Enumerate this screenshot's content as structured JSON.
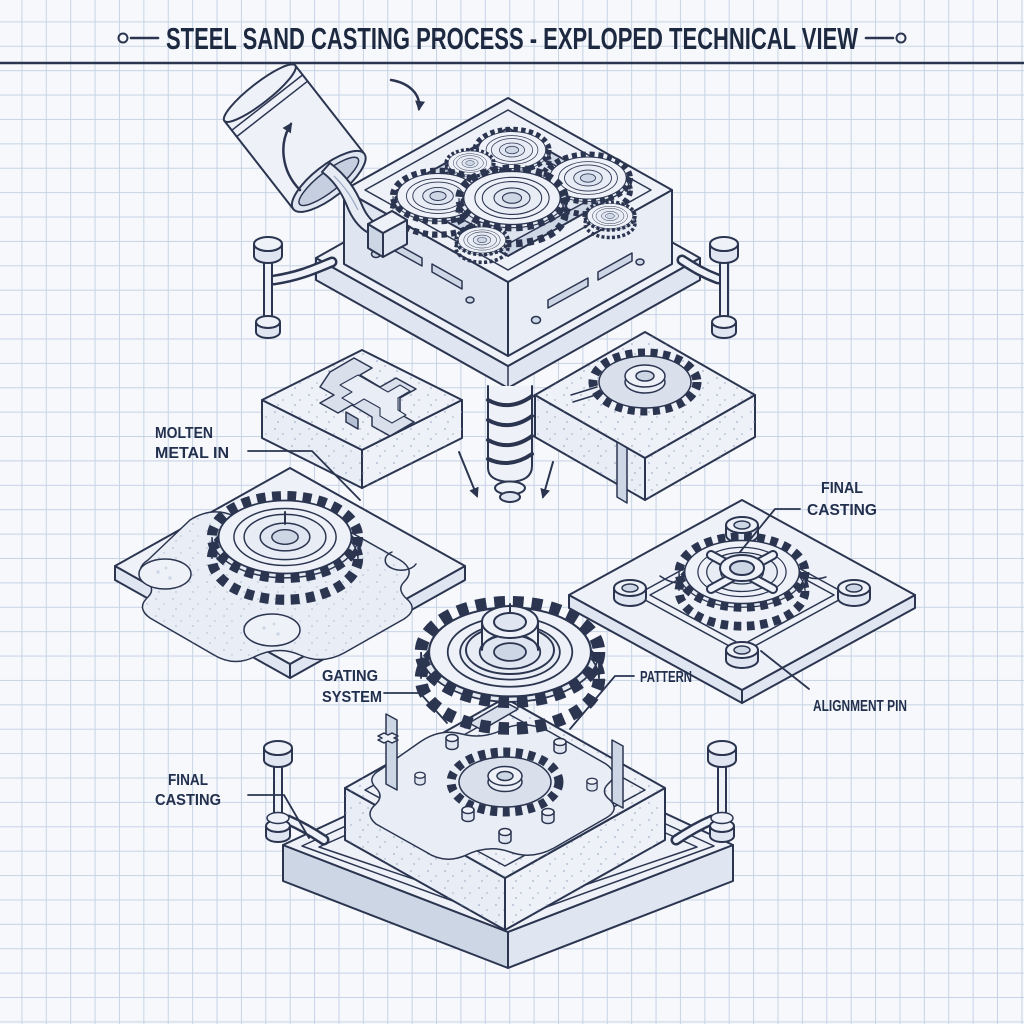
{
  "title": {
    "text": "STEEL SAND CASTING PROCESS - EXPLOPED TECHNICAL VIEW"
  },
  "labels": {
    "molten_metal": {
      "line1": "MOLTEN",
      "line2": "METAL IN"
    },
    "final_casting_top": {
      "line1": "FINAL",
      "line2": "CASTING"
    },
    "gating_system": {
      "line1": "GATING",
      "line2": "SYSTEM"
    },
    "pattern": {
      "text": "PATTERN"
    },
    "alignment_pin": {
      "text": "ALIGNMENT PIN"
    },
    "final_casting_bottom": {
      "line1": "FINAL",
      "line2": "CASTING"
    }
  },
  "colors": {
    "ink": "#2b3550",
    "title_ink": "#1d2940",
    "paper": "#f6f8fc",
    "grid_line": "#c7d3e5",
    "fill_light": "#eef1f8",
    "fill_mid": "#e0e6f1",
    "fill_shade": "#cdd6e5",
    "sand_dot": "#8b9abc"
  },
  "parts": [
    "pouring-ladle-icon",
    "molten-stream",
    "rotation-arrow-icon",
    "cope-flask",
    "gear-train",
    "flask-clamp",
    "sprue-auger",
    "cope-sand-block",
    "gear-imprint-sand-block",
    "pattern-plate-left",
    "match-plate-right",
    "pattern-gear",
    "drag-mold-block",
    "bottom-board",
    "mold-clamp",
    "flow-arrow-icon"
  ]
}
